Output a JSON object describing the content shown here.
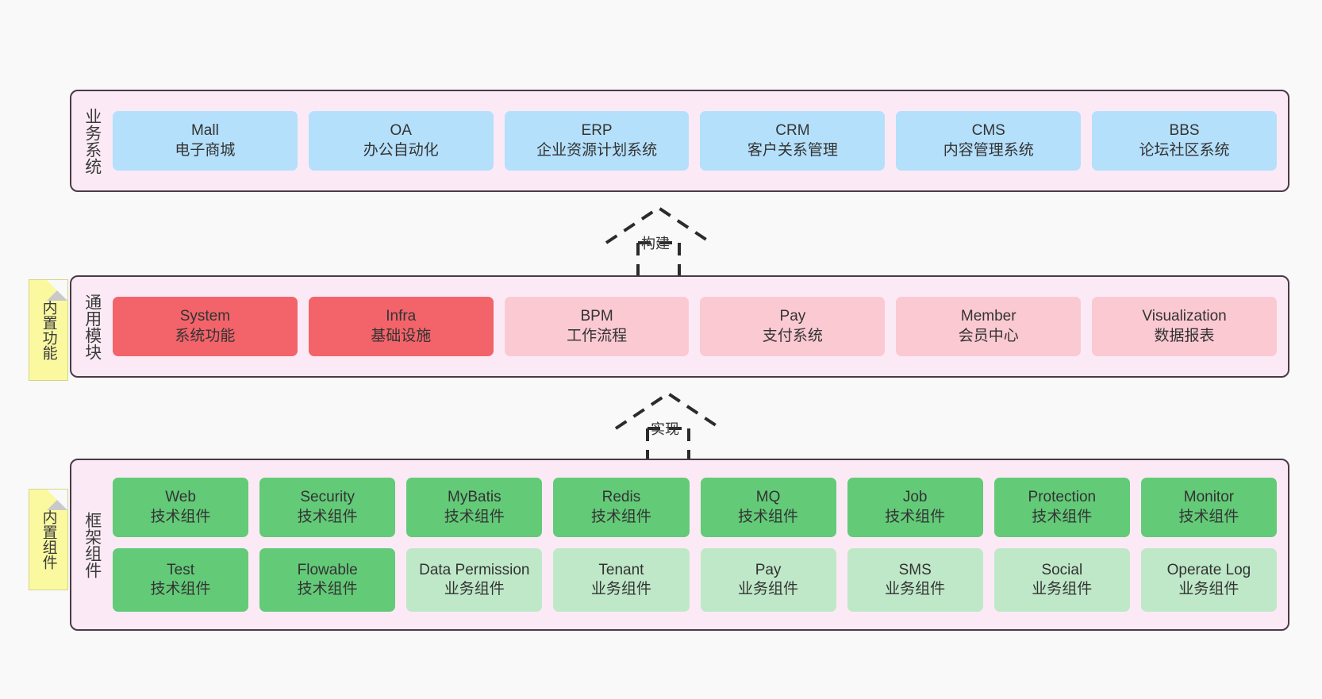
{
  "diagram": {
    "background": "#f9f9f9",
    "layer_background": "#fbeaf5",
    "layer_border": "#4a3b45",
    "note_color": "#fbf9a0"
  },
  "layers": [
    {
      "name": "business-systems",
      "title": "业务系统",
      "rows": [
        {
          "cards": [
            {
              "title": "Mall",
              "subtitle": "电子商城",
              "color": "#b5e0fb",
              "style": "c-blue"
            },
            {
              "title": "OA",
              "subtitle": "办公自动化",
              "color": "#b5e0fb",
              "style": "c-blue"
            },
            {
              "title": "ERP",
              "subtitle": "企业资源计划系统",
              "color": "#b5e0fb",
              "style": "c-blue"
            },
            {
              "title": "CRM",
              "subtitle": "客户关系管理",
              "color": "#b5e0fb",
              "style": "c-blue"
            },
            {
              "title": "CMS",
              "subtitle": "内容管理系统",
              "color": "#b5e0fb",
              "style": "c-blue"
            },
            {
              "title": "BBS",
              "subtitle": "论坛社区系统",
              "color": "#b5e0fb",
              "style": "c-blue"
            }
          ]
        }
      ]
    },
    {
      "name": "general-modules",
      "title": "通用模块",
      "note": "内置功能",
      "rows": [
        {
          "cards": [
            {
              "title": "System",
              "subtitle": "系统功能",
              "color": "#f2646a",
              "style": "c-red"
            },
            {
              "title": "Infra",
              "subtitle": "基础设施",
              "color": "#f2646a",
              "style": "c-red"
            },
            {
              "title": "BPM",
              "subtitle": "工作流程",
              "color": "#fbc9d2",
              "style": "c-pink"
            },
            {
              "title": "Pay",
              "subtitle": "支付系统",
              "color": "#fbc9d2",
              "style": "c-pink"
            },
            {
              "title": "Member",
              "subtitle": "会员中心",
              "color": "#fbc9d2",
              "style": "c-pink"
            },
            {
              "title": "Visualization",
              "subtitle": "数据报表",
              "color": "#fbc9d2",
              "style": "c-pink"
            }
          ]
        }
      ]
    },
    {
      "name": "framework-components",
      "title": "框架组件",
      "note": "内置组件",
      "rows": [
        {
          "cards": [
            {
              "title": "Web",
              "subtitle": "技术组件",
              "color": "#63ca78",
              "style": "c-green"
            },
            {
              "title": "Security",
              "subtitle": "技术组件",
              "color": "#63ca78",
              "style": "c-green"
            },
            {
              "title": "MyBatis",
              "subtitle": "技术组件",
              "color": "#63ca78",
              "style": "c-green"
            },
            {
              "title": "Redis",
              "subtitle": "技术组件",
              "color": "#63ca78",
              "style": "c-green"
            },
            {
              "title": "MQ",
              "subtitle": "技术组件",
              "color": "#63ca78",
              "style": "c-green"
            },
            {
              "title": "Job",
              "subtitle": "技术组件",
              "color": "#63ca78",
              "style": "c-green"
            },
            {
              "title": "Protection",
              "subtitle": "技术组件",
              "color": "#63ca78",
              "style": "c-green"
            },
            {
              "title": "Monitor",
              "subtitle": "技术组件",
              "color": "#63ca78",
              "style": "c-green"
            }
          ]
        },
        {
          "cards": [
            {
              "title": "Test",
              "subtitle": "技术组件",
              "color": "#63ca78",
              "style": "c-green"
            },
            {
              "title": "Flowable",
              "subtitle": "技术组件",
              "color": "#63ca78",
              "style": "c-green"
            },
            {
              "title": "Data Permission",
              "subtitle": "业务组件",
              "color": "#bfe8c8",
              "style": "c-lgreen",
              "wrap": true
            },
            {
              "title": "Tenant",
              "subtitle": "业务组件",
              "color": "#bfe8c8",
              "style": "c-lgreen"
            },
            {
              "title": "Pay",
              "subtitle": "业务组件",
              "color": "#bfe8c8",
              "style": "c-lgreen"
            },
            {
              "title": "SMS",
              "subtitle": "业务组件",
              "color": "#bfe8c8",
              "style": "c-lgreen"
            },
            {
              "title": "Social",
              "subtitle": "业务组件",
              "color": "#bfe8c8",
              "style": "c-lgreen"
            },
            {
              "title": "Operate Log",
              "subtitle": "业务组件",
              "color": "#bfe8c8",
              "style": "c-lgreen"
            }
          ]
        }
      ]
    }
  ],
  "connectors": [
    {
      "name": "build",
      "label": "构建"
    },
    {
      "name": "implement",
      "label": "实现"
    }
  ]
}
